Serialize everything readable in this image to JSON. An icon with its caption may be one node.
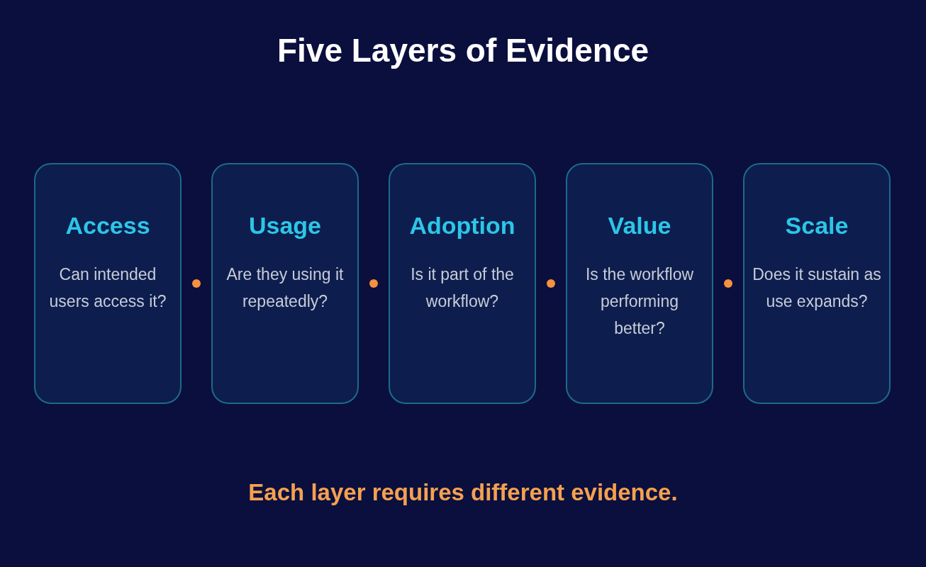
{
  "diagram": {
    "title": "Five Layers of Evidence",
    "caption": "Each layer requires different evidence.",
    "nodes": [
      {
        "text": [
          "Access",
          "Can intended users access it?"
        ]
      },
      {
        "text": [
          "Usage",
          "Are they using it repeatedly?"
        ]
      },
      {
        "text": [
          "Adoption",
          "Is it part of the workflow?"
        ]
      },
      {
        "text": [
          "Value",
          "Is the workflow performing better?"
        ]
      },
      {
        "text": [
          "Scale",
          "Does it sustain as use expands?"
        ]
      }
    ]
  }
}
